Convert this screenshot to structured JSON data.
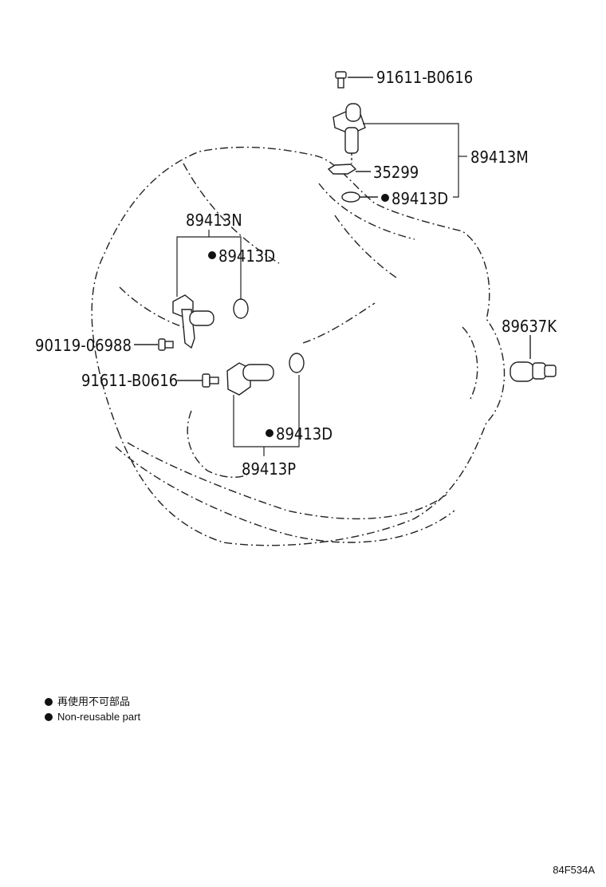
{
  "parts": {
    "bolt_top": "91611-B0616",
    "sensor_m": "89413M",
    "clip": "35299",
    "oring_top": "89413D",
    "sensor_n": "89413N",
    "oring_n": "89413D",
    "bolt_n": "90119-06988",
    "bolt_p": "91611-B0616",
    "oring_p": "89413D",
    "sensor_p": "89413P",
    "switch_k": "89637K"
  },
  "legend": {
    "items": [
      {
        "text": "再使用不可部品"
      },
      {
        "text": "Non-reusable part"
      }
    ]
  },
  "figure_code": "84F534A"
}
